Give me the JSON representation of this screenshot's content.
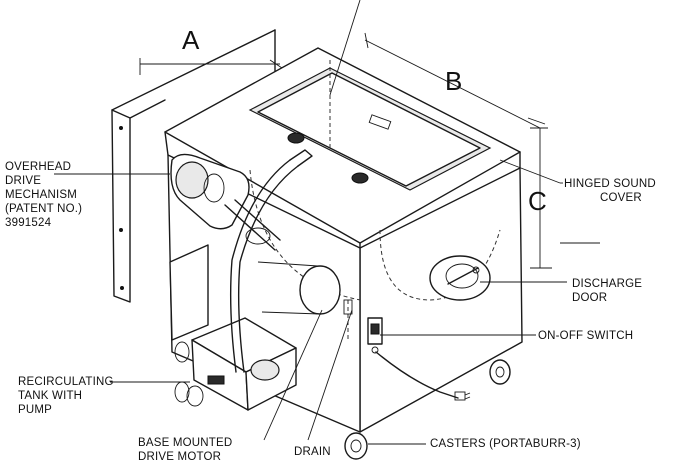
{
  "dimensions": {
    "a": "A",
    "b": "B",
    "c": "C"
  },
  "labels": {
    "overhead_drive": [
      "OVERHEAD",
      "DRIVE",
      "MECHANISM",
      "(PATENT NO.)",
      "3991524"
    ],
    "hinged_cover": [
      "HINGED SOUND",
      "COVER"
    ],
    "discharge_door": [
      "DISCHARGE",
      "DOOR"
    ],
    "on_off_switch": "ON-OFF SWITCH",
    "recirculating_tank": [
      "RECIRCULATING",
      "TANK WITH",
      "PUMP"
    ],
    "base_motor": [
      "BASE MOUNTED",
      "DRIVE MOTOR"
    ],
    "drain": "DRAIN",
    "casters": "CASTERS (PORTABURR-3)"
  },
  "colors": {
    "ink": "#111111",
    "background": "#ffffff"
  }
}
